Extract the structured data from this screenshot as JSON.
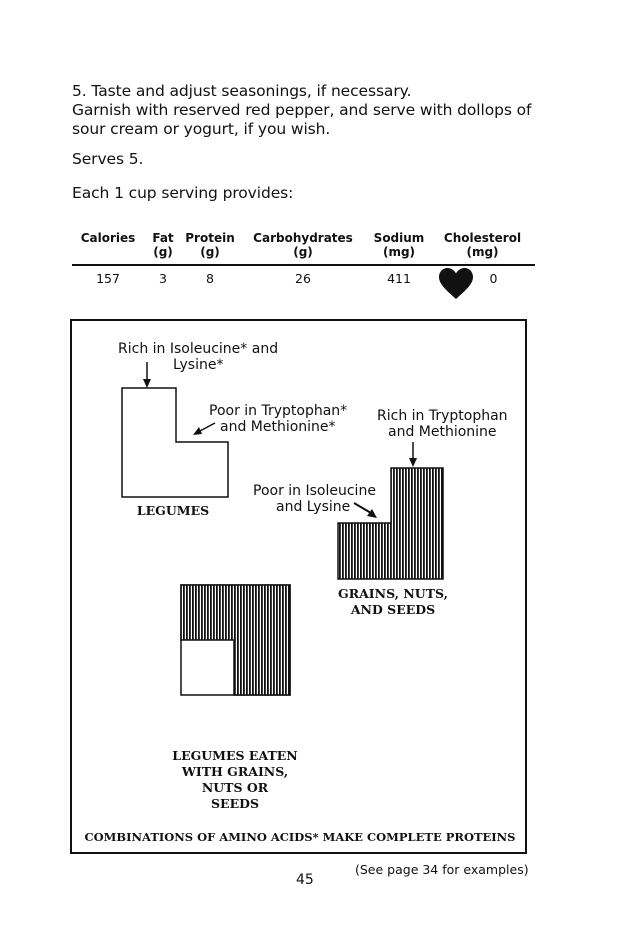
{
  "text": {
    "step5": "5. Taste and adjust seasonings, if necessary.",
    "garnish1": "Garnish with reserved red pepper, and serve with dollops of",
    "garnish2": "sour cream or yogurt, if you wish.",
    "serves": "Serves 5.",
    "provides": "Each 1 cup serving provides:"
  },
  "nutrition": {
    "headers": [
      {
        "l1": "Calories",
        "l2": ""
      },
      {
        "l1": "Fat",
        "l2": "(g)"
      },
      {
        "l1": "Protein",
        "l2": "(g)"
      },
      {
        "l1": "Carbohydrates",
        "l2": "(g)"
      },
      {
        "l1": "Sodium",
        "l2": "(mg)"
      },
      {
        "l1": "Cholesterol",
        "l2": "(mg)"
      }
    ],
    "values": [
      "157",
      "3",
      "8",
      "26",
      "411",
      "0"
    ]
  },
  "diagram": {
    "legume_rich_1": "Rich in Isoleucine* and",
    "legume_rich_2": "Lysine*",
    "legume_poor_1": "Poor in Tryptophan*",
    "legume_poor_2": "and Methionine*",
    "legumes_caption": "LEGUMES",
    "grain_rich_1": "Rich in Tryptophan",
    "grain_rich_2": "and Methionine",
    "grain_poor_1": "Poor in Isoleucine",
    "grain_poor_2": "and Lysine",
    "grains_caption_1": "GRAINS, NUTS,",
    "grains_caption_2": "AND SEEDS",
    "combo_caption_1": "LEGUMES EATEN",
    "combo_caption_2": "WITH GRAINS,",
    "combo_caption_3": "NUTS OR",
    "combo_caption_4": "SEEDS",
    "box_title": "COMBINATIONS OF AMINO ACIDS* MAKE COMPLETE PROTEINS"
  },
  "footer": {
    "see_page": "(See page 34 for examples)",
    "page_number": "45"
  },
  "colors": {
    "ink": "#111111",
    "paper": "#ffffff"
  }
}
